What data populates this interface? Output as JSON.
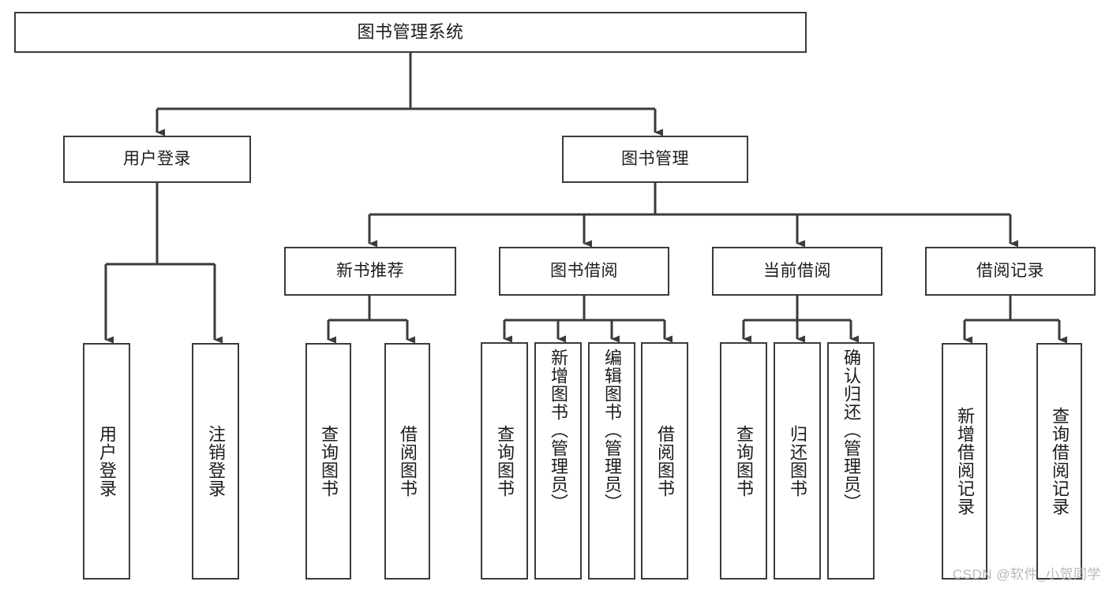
{
  "diagram": {
    "type": "tree",
    "title": "图书管理系统",
    "colors": {
      "line": "#3b3b3d",
      "box_border": "#3b3b3d",
      "box_fill": "#ffffff",
      "text": "#1c1c1c",
      "watermark": "#b9b9b9",
      "background": "#ffffff"
    },
    "root": {
      "label": "图书管理系统"
    },
    "level2": [
      {
        "label": "用户登录"
      },
      {
        "label": "图书管理"
      }
    ],
    "level3": [
      {
        "label": "新书推荐"
      },
      {
        "label": "图书借阅"
      },
      {
        "label": "当前借阅"
      },
      {
        "label": "借阅记录"
      }
    ],
    "leaves": {
      "user_login": [
        {
          "label": "用户登录"
        },
        {
          "label": "注销登录"
        }
      ],
      "new_book_recommend": [
        {
          "label": "查询图书"
        },
        {
          "label": "借阅图书"
        }
      ],
      "book_borrow": [
        {
          "label": "查询图书"
        },
        {
          "label": "新增图书（管理员）"
        },
        {
          "label": "编辑图书（管理员）"
        },
        {
          "label": "借阅图书"
        }
      ],
      "current_borrow": [
        {
          "label": "查询图书"
        },
        {
          "label": "归还图书"
        },
        {
          "label": "确认归还（管理员）"
        }
      ],
      "borrow_record": [
        {
          "label": "新增借阅记录"
        },
        {
          "label": "查询借阅记录"
        }
      ]
    }
  },
  "watermark": {
    "text": "CSDN @软件_小贺同学"
  }
}
